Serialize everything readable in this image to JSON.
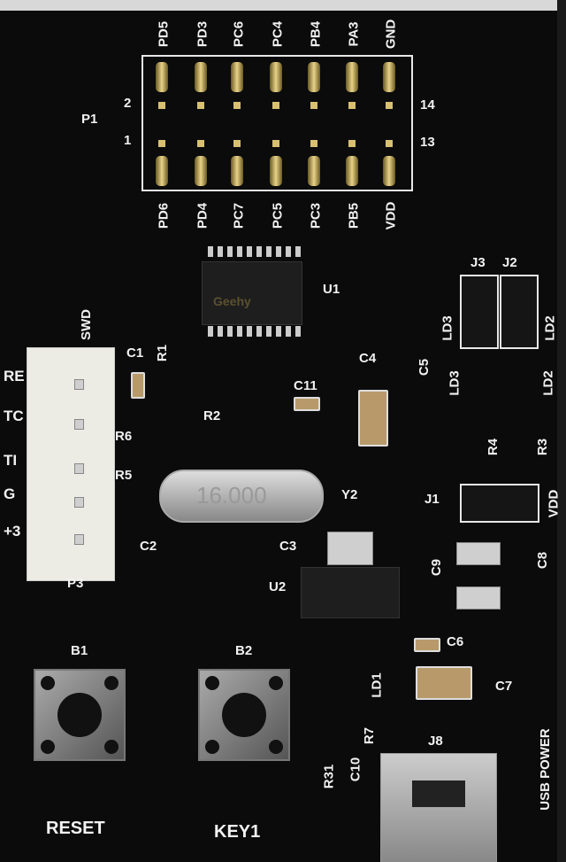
{
  "header_p1": {
    "designator": "P1",
    "top_labels": [
      "PD5",
      "PD3",
      "PC6",
      "PC4",
      "PB4",
      "PA3",
      "GND"
    ],
    "bottom_labels": [
      "PD6",
      "PD4",
      "PC7",
      "PC5",
      "PC3",
      "PB5",
      "VDD"
    ],
    "pin_left_top": "2",
    "pin_left_bottom": "1",
    "pin_right_top": "14",
    "pin_right_bottom": "13"
  },
  "mcu": {
    "designator": "U1",
    "marking": "Geehy"
  },
  "swd": {
    "title": "SWD",
    "designator": "P3",
    "pins": [
      "RE",
      "TC",
      "TI",
      "G",
      "+3"
    ]
  },
  "components": {
    "c1": "C1",
    "r1": "R1",
    "r6": "R6",
    "r5": "R5",
    "r2": "R2",
    "c11": "C11",
    "c4": "C4",
    "c5": "C5",
    "j3": "J3",
    "j2": "J2",
    "ld3_jumper": "LD3",
    "ld2_jumper": "LD2",
    "ld3": "LD3",
    "ld2": "LD2",
    "r4": "R4",
    "r3": "R3",
    "y2": "Y2",
    "crystal_marking": "16.000",
    "j1": "J1",
    "vdd": "VDD",
    "c2": "C2",
    "c3": "C3",
    "u2": "U2",
    "c9": "C9",
    "c8": "C8",
    "c6": "C6",
    "c7": "C7",
    "b1": "B1",
    "b2": "B2",
    "ld1": "LD1",
    "r7": "R7",
    "c10": "C10",
    "r31": "R31",
    "j8": "J8",
    "usb_power": "USB POWER",
    "reset": "RESET",
    "key1": "KEY1"
  }
}
